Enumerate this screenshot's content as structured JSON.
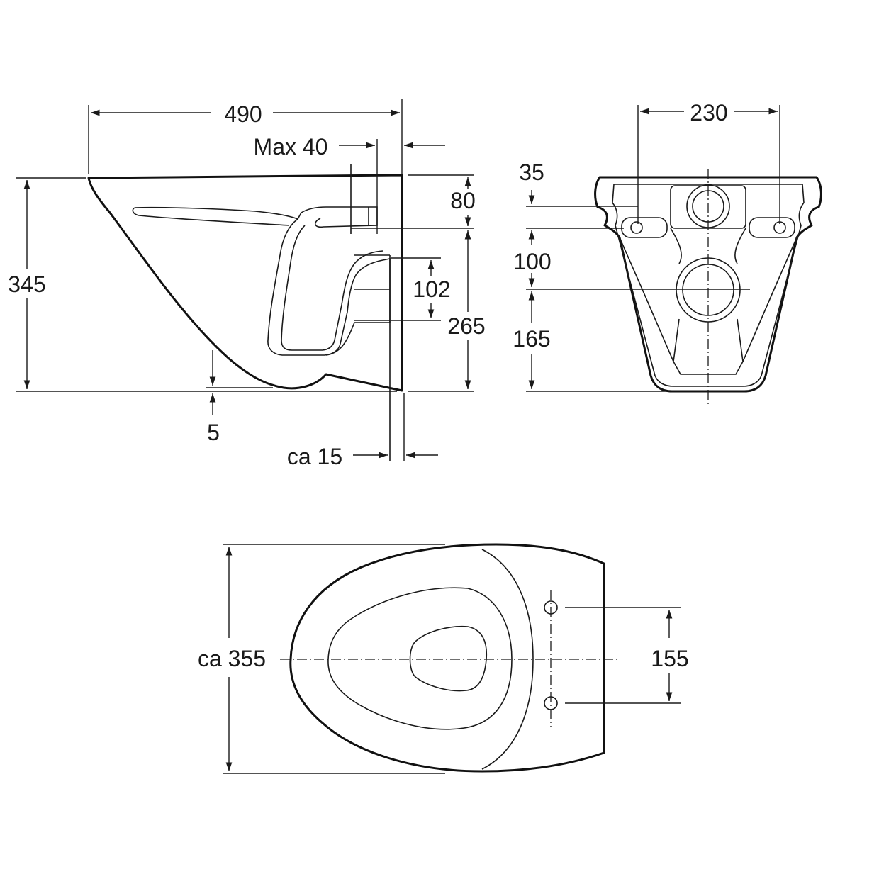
{
  "side_view": {
    "dim_overall_length": "490",
    "dim_max_offset": "Max 40",
    "dim_overall_height": "345",
    "dim_top_to_bolt": "80",
    "dim_outlet_span": "102",
    "dim_bolt_to_floor": "265",
    "dim_clearance": "5",
    "dim_wall_gap": "ca 15"
  },
  "rear_view": {
    "dim_bolt_spacing": "230",
    "dim_top_to_inlet": "35",
    "dim_inlet_to_outlet": "100",
    "dim_outlet_to_floor": "165"
  },
  "plan_view": {
    "dim_width": "ca 355",
    "dim_fixing_spacing": "155"
  }
}
